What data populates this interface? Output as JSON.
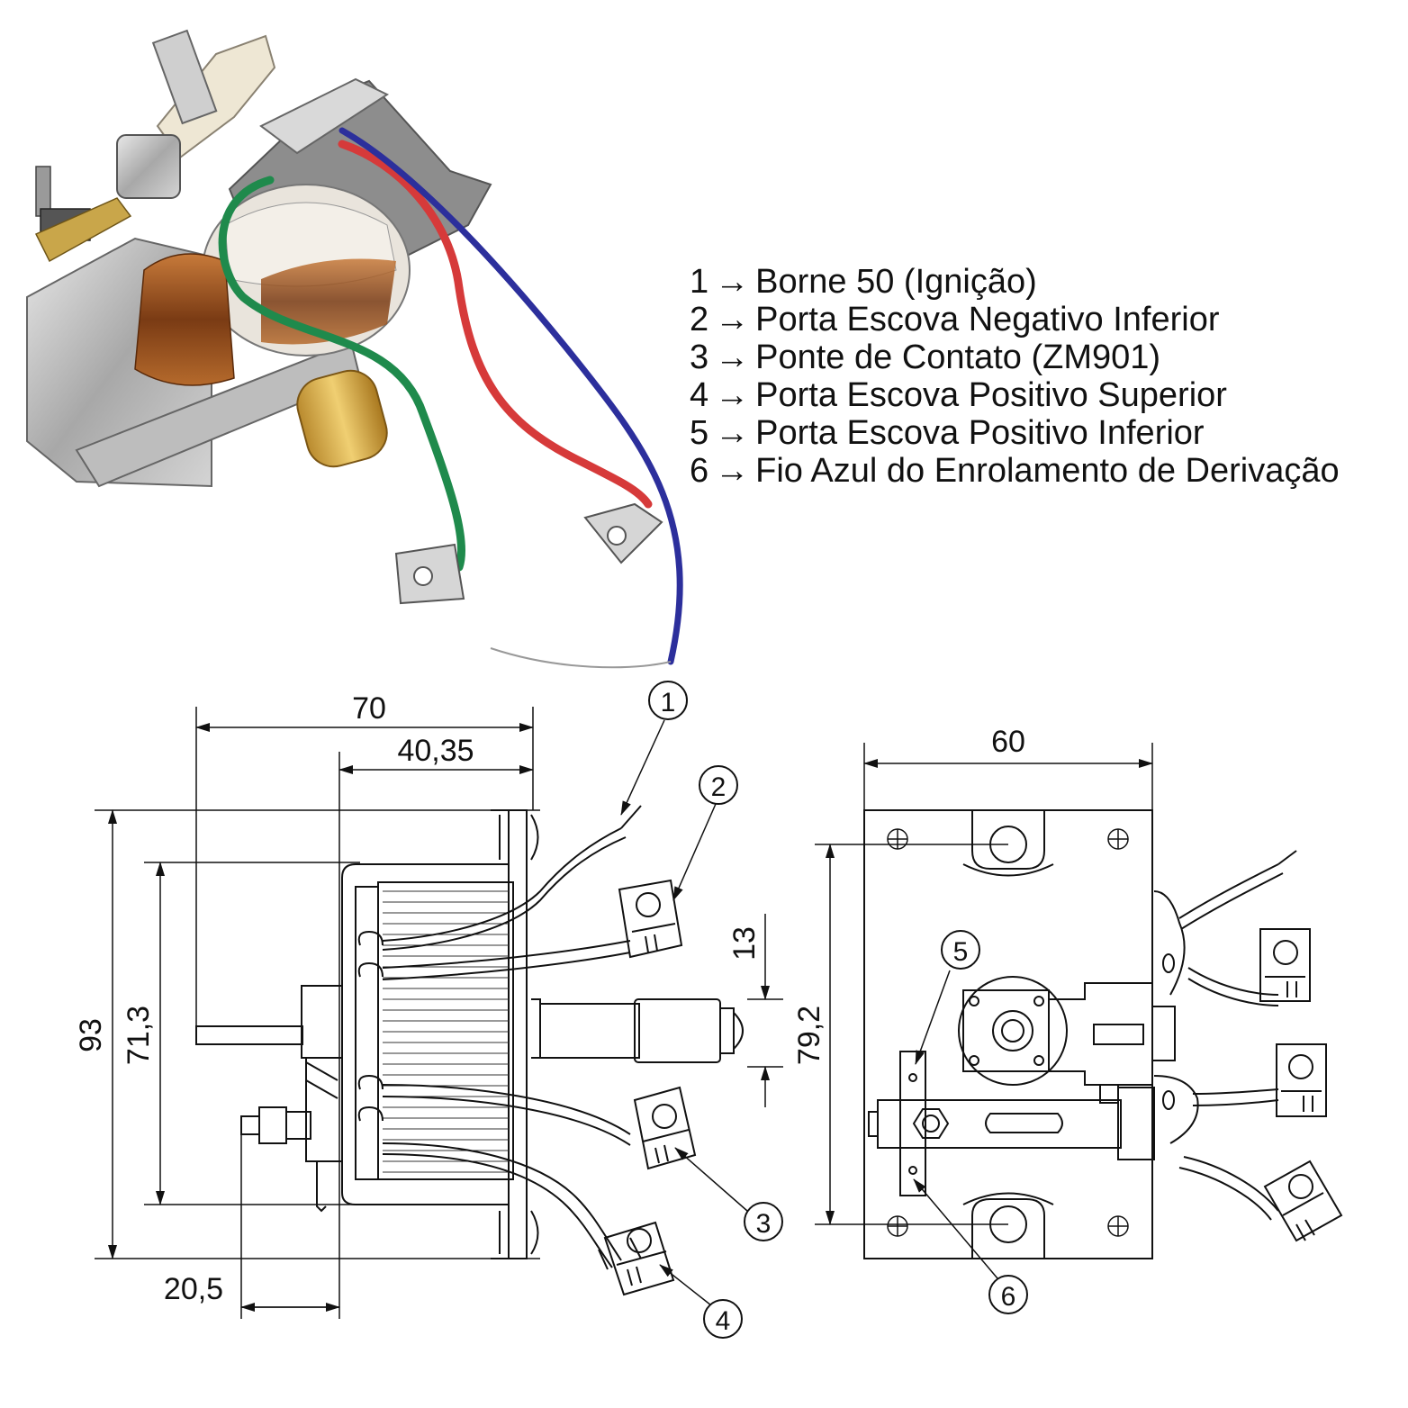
{
  "legend": {
    "items": [
      {
        "num": "1",
        "arrow": "→",
        "text": "Borne 50 (Ignição)"
      },
      {
        "num": "2",
        "arrow": "→",
        "text": "Porta Escova Negativo Inferior"
      },
      {
        "num": "3",
        "arrow": "→",
        "text": "Ponte de Contato (ZM901)"
      },
      {
        "num": "4",
        "arrow": "→",
        "text": "Porta Escova Positivo Superior"
      },
      {
        "num": "5",
        "arrow": "→",
        "text": "Porta Escova Positivo Inferior"
      },
      {
        "num": "6",
        "arrow": "→",
        "text": "Fio Azul do Enrolamento de Derivação"
      }
    ]
  },
  "side_view": {
    "dimensions": {
      "width": "70",
      "inner_width": "40,35",
      "height": "93",
      "inner_height": "71,3",
      "offset": "20,5",
      "plunger": "13"
    },
    "callouts": [
      "1",
      "2",
      "3",
      "4"
    ]
  },
  "front_view": {
    "dimensions": {
      "width": "60",
      "height": "79,2"
    },
    "callouts": [
      "5",
      "6"
    ]
  },
  "wire_colors": {
    "green": "#1f8a4c",
    "red": "#d63a3a",
    "blue": "#2c2f9c"
  }
}
